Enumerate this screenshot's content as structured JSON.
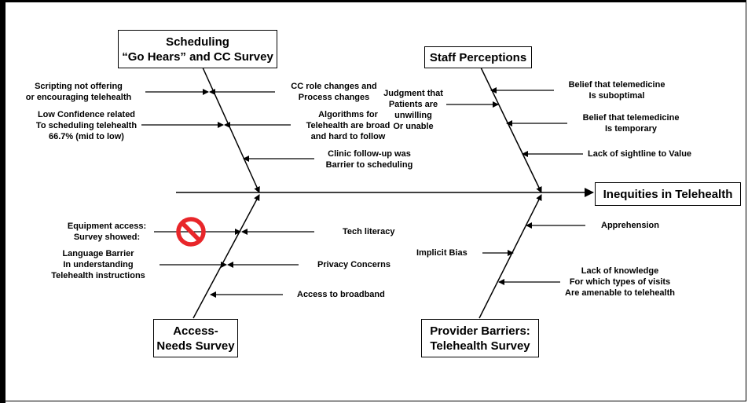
{
  "effect": "Inequities in Telehealth",
  "categories": {
    "scheduling": "Scheduling\n“Go Hears” and CC Survey",
    "staff": "Staff Perceptions",
    "access": "Access-\nNeeds Survey",
    "provider": "Provider Barriers:\nTelehealth Survey"
  },
  "causes": {
    "scripting": "Scripting not offering\nor encouraging telehealth",
    "cc_role": "CC role changes and\nProcess changes",
    "low_confidence": "Low Confidence related\nTo scheduling telehealth\n66.7% (mid to low)",
    "algorithms": "Algorithms for\nTelehealth are broad\nand hard to follow",
    "clinic_followup": "Clinic follow-up was\nBarrier to scheduling",
    "judgment": "Judgment that\nPatients are unwilling\nOr unable",
    "suboptimal": "Belief that telemedicine\nIs suboptimal",
    "temporary": "Belief that telemedicine\nIs temporary",
    "sightline": "Lack of sightline to Value",
    "equipment": "Equipment access:\nSurvey showed:",
    "tech_literacy": "Tech literacy",
    "language": "Language Barrier\nIn understanding\nTelehealth instructions",
    "privacy": "Privacy Concerns",
    "broadband": "Access to broadband",
    "apprehension": "Apprehension",
    "implicit_bias": "Implicit Bias",
    "lack_knowledge": "Lack of knowledge\nFor which types of visits\nAre amenable to telehealth"
  },
  "symbols": {
    "no_sign_color": "#e8262a"
  }
}
